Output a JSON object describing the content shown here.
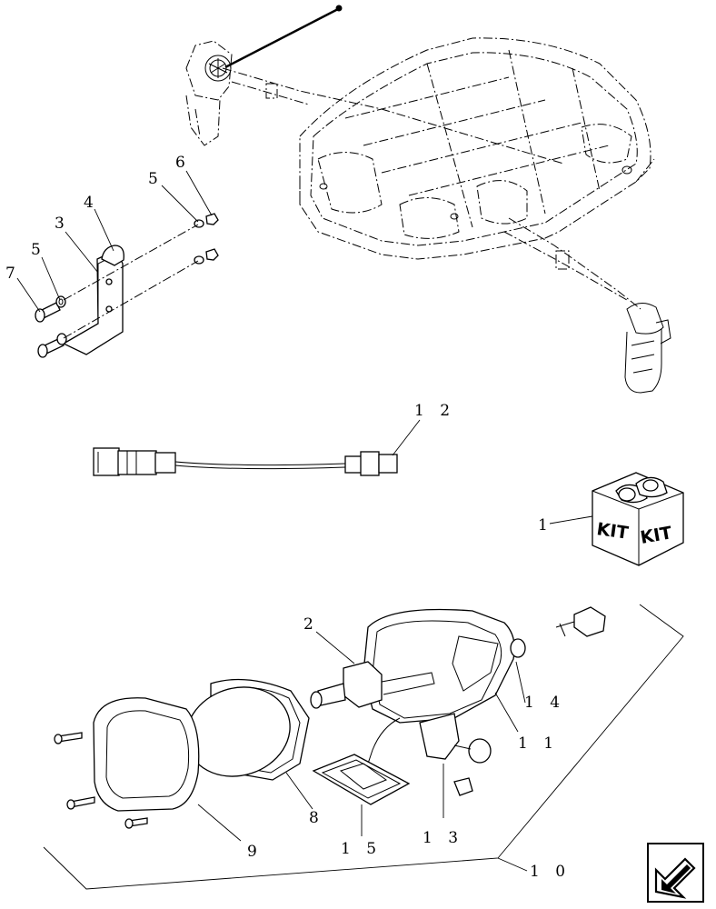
{
  "callouts": [
    {
      "id": "c1",
      "text": "1"
    },
    {
      "id": "c2",
      "text": "2"
    },
    {
      "id": "c3",
      "text": "3"
    },
    {
      "id": "c4",
      "text": "4"
    },
    {
      "id": "c5a",
      "text": "5"
    },
    {
      "id": "c5b",
      "text": "5"
    },
    {
      "id": "c6",
      "text": "6"
    },
    {
      "id": "c7",
      "text": "7"
    },
    {
      "id": "c8",
      "text": "8"
    },
    {
      "id": "c9",
      "text": "9"
    },
    {
      "id": "c10",
      "text": "1 0"
    },
    {
      "id": "c11",
      "text": "1 1"
    },
    {
      "id": "c12",
      "text": "1 2"
    },
    {
      "id": "c13",
      "text": "1 3"
    },
    {
      "id": "c14",
      "text": "1 4"
    },
    {
      "id": "c15",
      "text": "1 5"
    }
  ],
  "kit_box": {
    "face_left": "KIT",
    "face_right": "KIT"
  },
  "nav_icon": "arrow-corner-icon"
}
